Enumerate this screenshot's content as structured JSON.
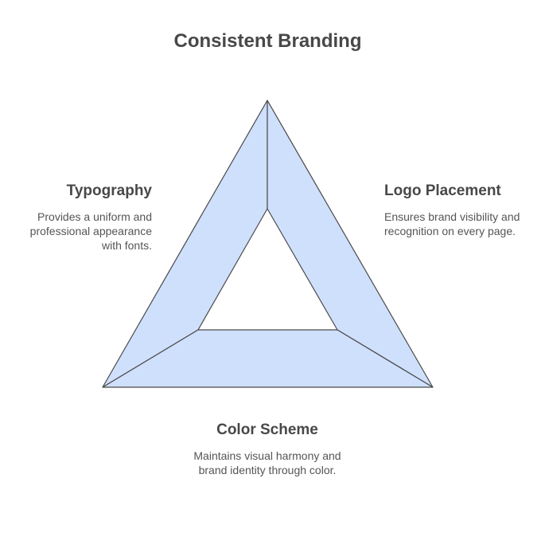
{
  "title": "Consistent Branding",
  "sections": {
    "typography": {
      "heading": "Typography",
      "description": "Provides a uniform and professional appearance with fonts."
    },
    "logo_placement": {
      "heading": "Logo Placement",
      "description": "Ensures brand visibility and recognition on every page."
    },
    "color_scheme": {
      "heading": "Color Scheme",
      "description": "Maintains visual harmony and brand identity through color."
    }
  },
  "colors": {
    "fill": "#cfe0fd",
    "stroke": "#4a4a4a",
    "text": "#484848"
  }
}
